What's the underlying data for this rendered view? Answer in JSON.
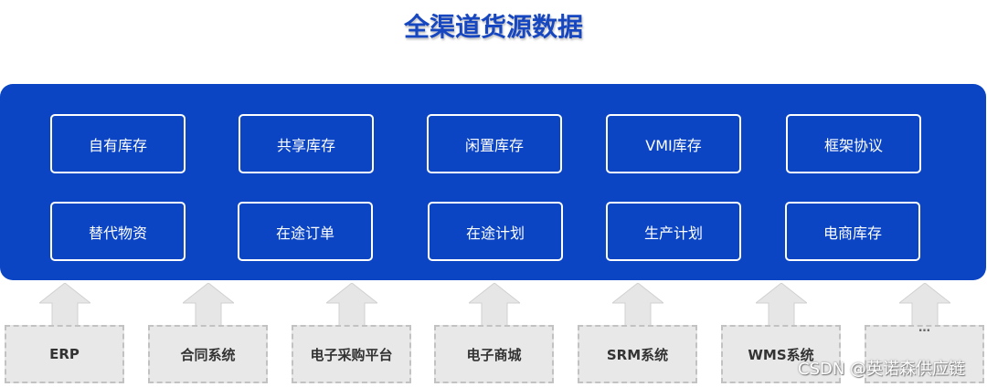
{
  "title": "全渠道货源数据",
  "sources": [
    "自有库存",
    "共享库存",
    "闲置库存",
    "VMI库存",
    "框架协议",
    "替代物资",
    "在途订单",
    "在途计划",
    "生产计划",
    "电商库存"
  ],
  "systems": [
    "ERP",
    "合同系统",
    "电子采购平台",
    "电子商城",
    "SRM系统",
    "WMS系统",
    ""
  ],
  "ellipsis": "…",
  "watermark": "CSDN @英诺森供应链",
  "colors": {
    "title": "#1747c0",
    "panel": "#0b45c4",
    "system_box": "#e8e8e8",
    "arrow": "#e6e6e6"
  }
}
